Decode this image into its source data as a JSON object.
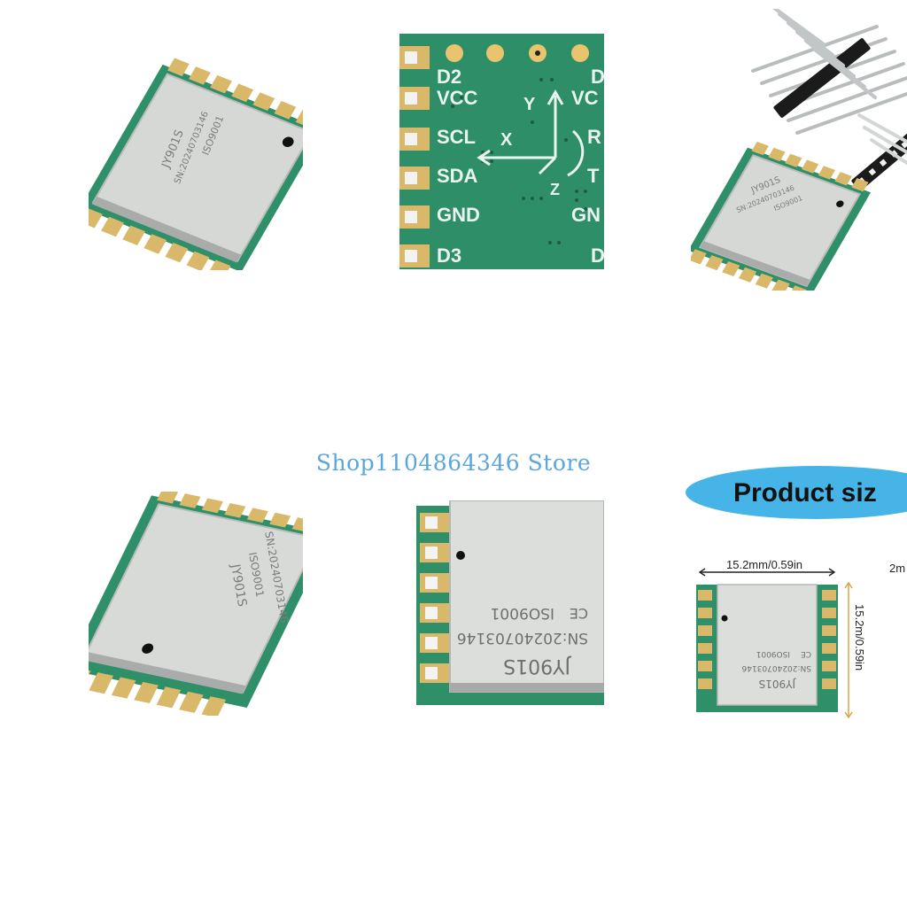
{
  "watermark": "Shop1104864346 Store",
  "module": {
    "model": "JY901S",
    "serial": "SN:20240703146",
    "cert": "ISO9001",
    "ce": "CE"
  },
  "pcb_back": {
    "pins_left": [
      "D2",
      "VCC",
      "SCL",
      "SDA",
      "GND",
      "D3"
    ],
    "pins_right": [
      "D",
      "VC",
      "R",
      "T",
      "GN",
      "D"
    ],
    "axes": [
      "Y",
      "X",
      "Z"
    ]
  },
  "size_panel": {
    "title": "Product siz",
    "width_label": "15.2mm/0.59in",
    "height_label": "15.2m/0.59in",
    "thickness_label": "2m"
  },
  "colors": {
    "pcb": "#2f8f68",
    "shield": "#d8dad8",
    "gold": "#d9b86a",
    "banner": "#47b4e8",
    "watermark": "#5aa6de"
  }
}
